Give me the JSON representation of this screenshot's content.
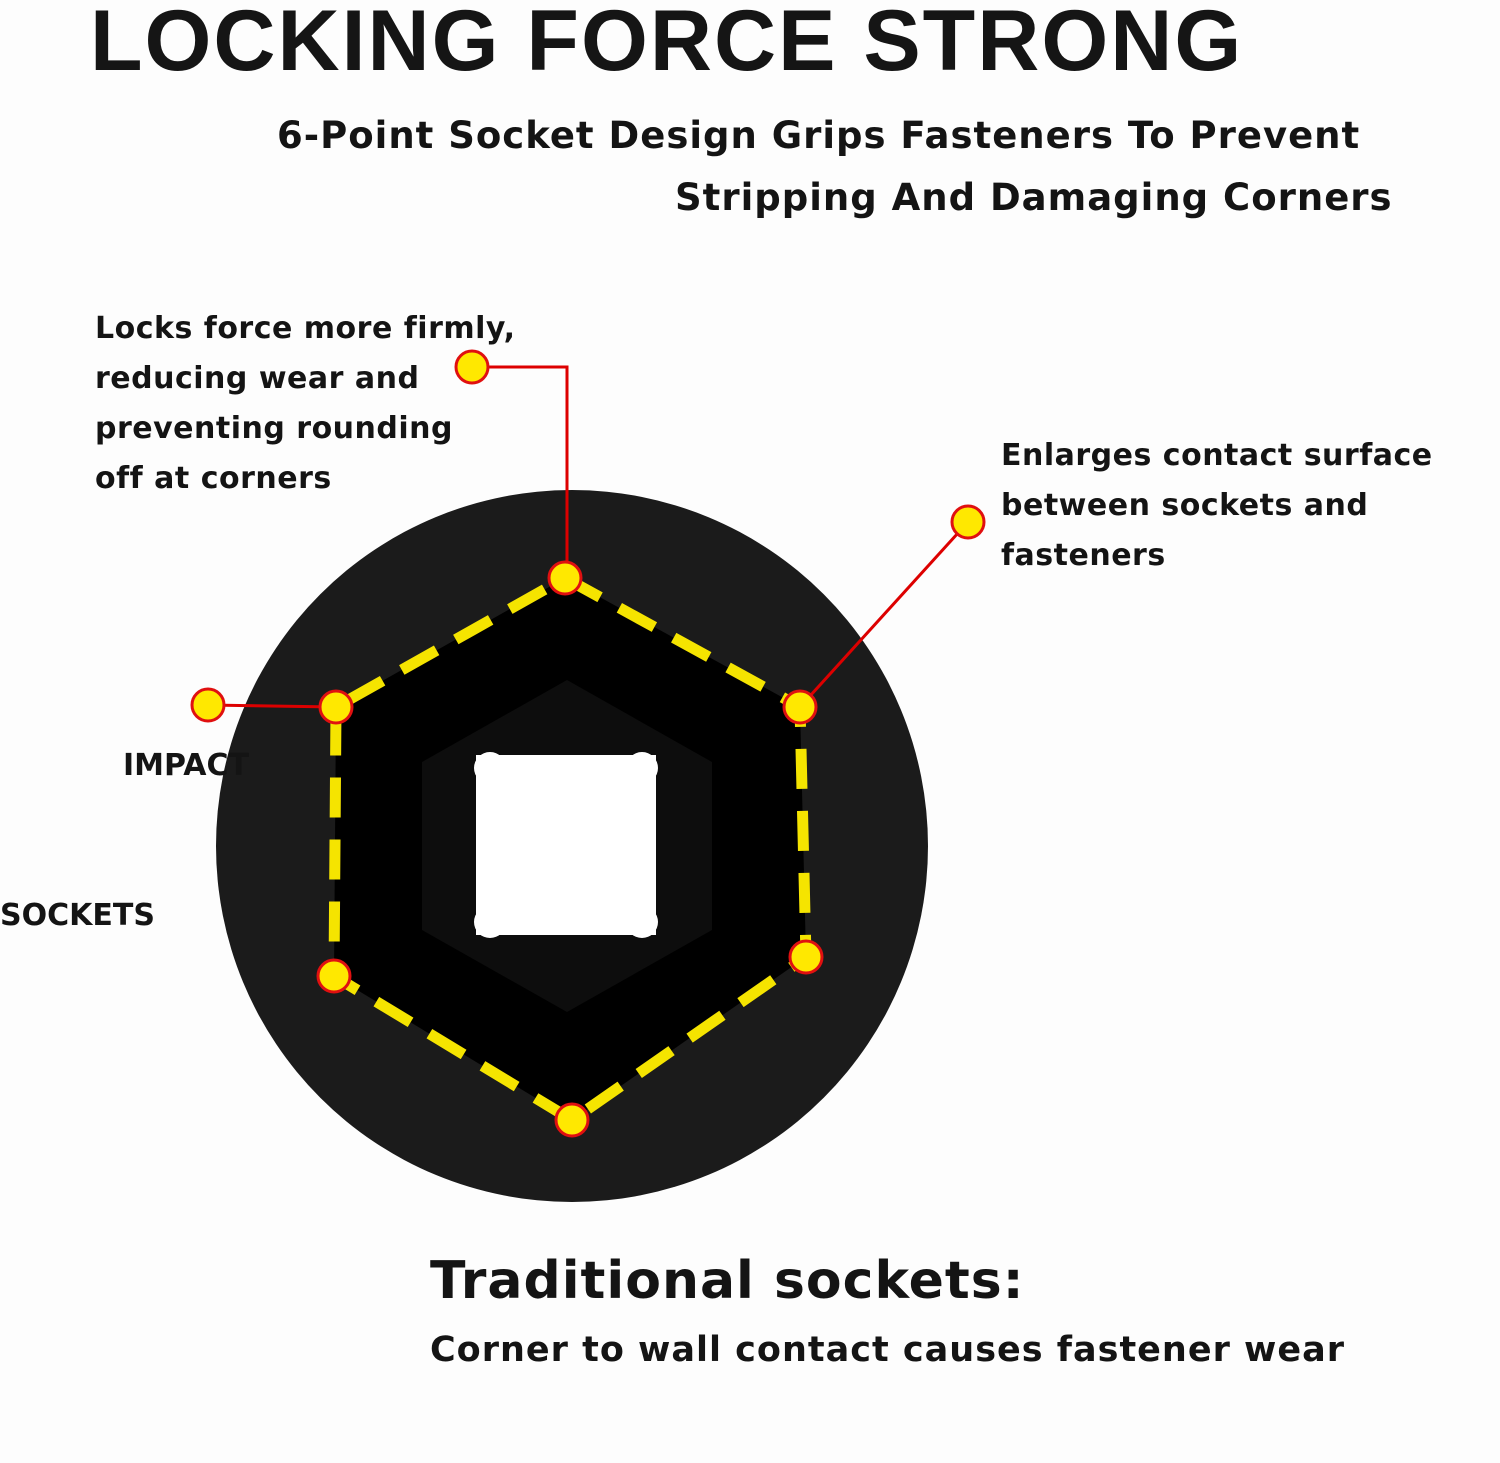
{
  "title": "LOCKING FORCE STRONG",
  "subtitle": {
    "line1": "6-Point Socket Design Grips Fasteners To Prevent",
    "line2": "Stripping And Damaging Corners"
  },
  "callouts": {
    "top_left": "Locks force more firmly,\nreducing wear and\npreventing rounding\noff at corners",
    "right": "Enlarges contact surface\nbetween sockets and\nfasteners",
    "impact_line1": "IMPACT",
    "impact_line2": "SOCKETS"
  },
  "traditional": {
    "title": "Traditional sockets:",
    "description": "Corner to wall contact causes fastener wear"
  },
  "colors": {
    "socket_body": "#1b1b1b",
    "hex_fill": "#000000",
    "dash": "#f5e400",
    "marker_fill": "#ffe800",
    "marker_ring": "#e01010",
    "leader_line": "#dd0000"
  }
}
